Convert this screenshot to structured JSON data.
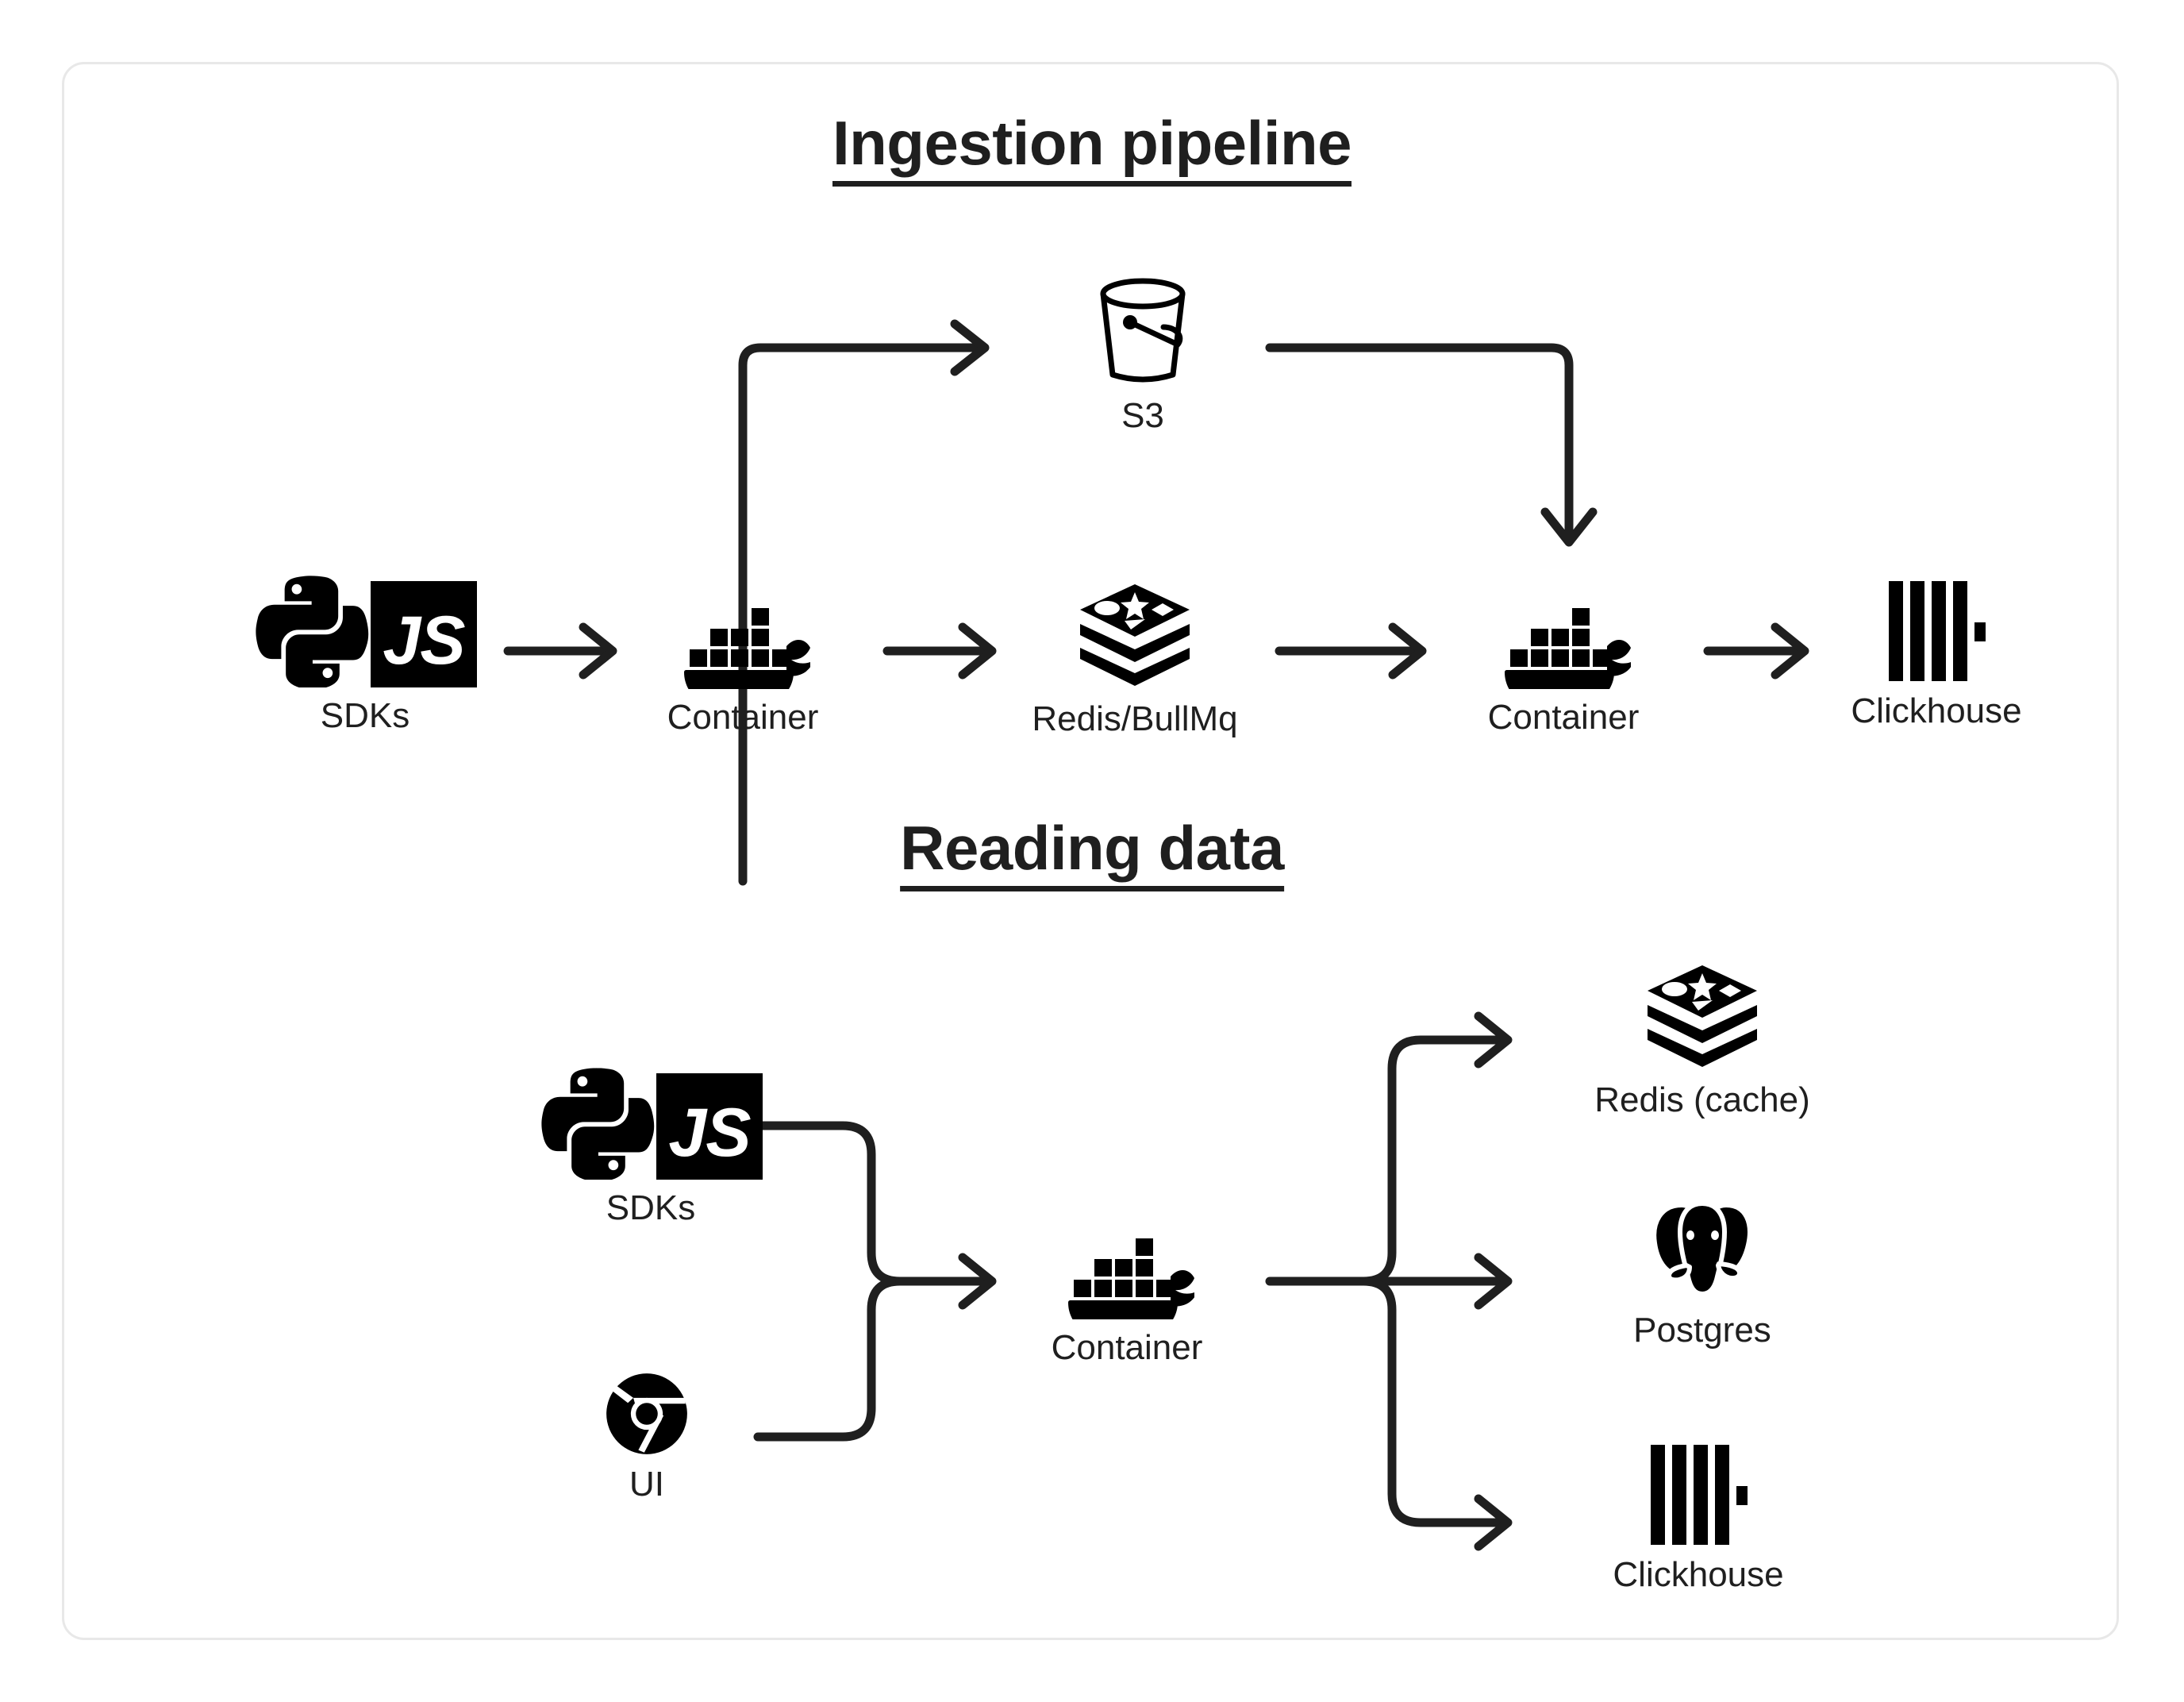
{
  "diagram": {
    "background": "#ffffff",
    "card_border_color": "#e8e8e8",
    "ink_color": "#1f1f1f",
    "sections": [
      {
        "id": "ingestion",
        "title": "Ingestion pipeline"
      },
      {
        "id": "reading",
        "title": "Reading data"
      }
    ]
  },
  "ingestion": {
    "title": "Ingestion pipeline",
    "nodes": [
      {
        "id": "sdks",
        "label": "SDKs",
        "icon": "python-js-sdk-icon"
      },
      {
        "id": "container-1",
        "label": "Container",
        "icon": "docker-whale-icon"
      },
      {
        "id": "redis-queue",
        "label": "Redis/BullMq",
        "icon": "redis-stack-icon"
      },
      {
        "id": "container-2",
        "label": "Container",
        "icon": "docker-whale-icon"
      },
      {
        "id": "clickhouse",
        "label": "Clickhouse",
        "icon": "clickhouse-bars-icon"
      },
      {
        "id": "s3",
        "label": "S3",
        "icon": "s3-bucket-icon"
      }
    ],
    "edges": [
      {
        "from": "sdks",
        "to": "container-1",
        "kind": "straight-arrow"
      },
      {
        "from": "container-1",
        "to": "s3",
        "kind": "up-then-right-arrow"
      },
      {
        "from": "s3",
        "to": "container-2",
        "kind": "right-then-down-arrow"
      },
      {
        "from": "container-1",
        "to": "redis-queue",
        "kind": "straight-arrow"
      },
      {
        "from": "redis-queue",
        "to": "container-2",
        "kind": "straight-arrow"
      },
      {
        "from": "container-2",
        "to": "clickhouse",
        "kind": "straight-arrow"
      }
    ]
  },
  "reading": {
    "title": "Reading data",
    "nodes": [
      {
        "id": "sdks",
        "label": "SDKs",
        "icon": "python-js-sdk-icon"
      },
      {
        "id": "ui",
        "label": "UI",
        "icon": "chrome-browser-icon"
      },
      {
        "id": "container",
        "label": "Container",
        "icon": "docker-whale-icon"
      },
      {
        "id": "redis-cache",
        "label": "Redis (cache)",
        "icon": "redis-stack-icon"
      },
      {
        "id": "postgres",
        "label": "Postgres",
        "icon": "postgres-elephant-icon"
      },
      {
        "id": "clickhouse",
        "label": "Clickhouse",
        "icon": "clickhouse-bars-icon"
      }
    ],
    "edges": [
      {
        "from": "sdks",
        "to": "container",
        "kind": "merge-arrow"
      },
      {
        "from": "ui",
        "to": "container",
        "kind": "merge-arrow"
      },
      {
        "from": "container",
        "to": "redis-cache",
        "kind": "split-up-arrow"
      },
      {
        "from": "container",
        "to": "postgres",
        "kind": "split-straight-arrow"
      },
      {
        "from": "container",
        "to": "clickhouse",
        "kind": "split-down-arrow"
      }
    ]
  },
  "icons": {
    "js_text": "JS"
  }
}
